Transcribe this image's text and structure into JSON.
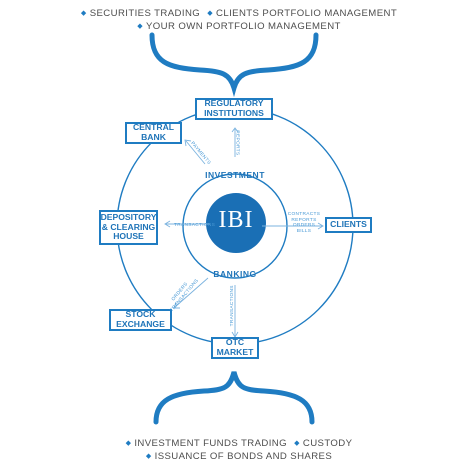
{
  "top": {
    "line1": [
      "SECURITIES TRADING",
      "CLIENTS PORTFOLIO MANAGEMENT"
    ],
    "line2": [
      "YOUR OWN PORTFOLIO MANAGEMENT"
    ]
  },
  "bottom": {
    "line1": [
      "INVESTMENT FUNDS TRADING",
      "CUSTODY"
    ],
    "line2": [
      "ISSUANCE OF BONDS AND SHARES"
    ]
  },
  "center": {
    "logo": "IBI",
    "top_label": "INVESTMENT",
    "bottom_label": "BANKING"
  },
  "nodes": {
    "regulatory": [
      "REGULATORY",
      "INSTITUTIONS"
    ],
    "central_bank": [
      "CENTRAL",
      "BANK"
    ],
    "depository": [
      "DEPOSITORY",
      "& CLEARING",
      "HOUSE"
    ],
    "clients": "CLIENTS",
    "stock_exchange": [
      "STOCK",
      "EXCHANGE"
    ],
    "otc_market": [
      "OTC",
      "MARKET"
    ]
  },
  "flows": {
    "reports": "REPORTS",
    "payments": "PAYMENTS",
    "transactions_left": "TRANSACTIONS",
    "clients_flow": [
      "CONTRACTS",
      "REPORTS",
      "ORDERS",
      "BILLS"
    ],
    "stock_flow": [
      "ORDERS",
      "TRANSACTIONS"
    ],
    "transactions_bottom": "TRANSACTIONS"
  },
  "colors": {
    "accent": "#1f7cc2",
    "logo_fill": "#1a6fb5",
    "text_gray": "#4d4d4d"
  }
}
